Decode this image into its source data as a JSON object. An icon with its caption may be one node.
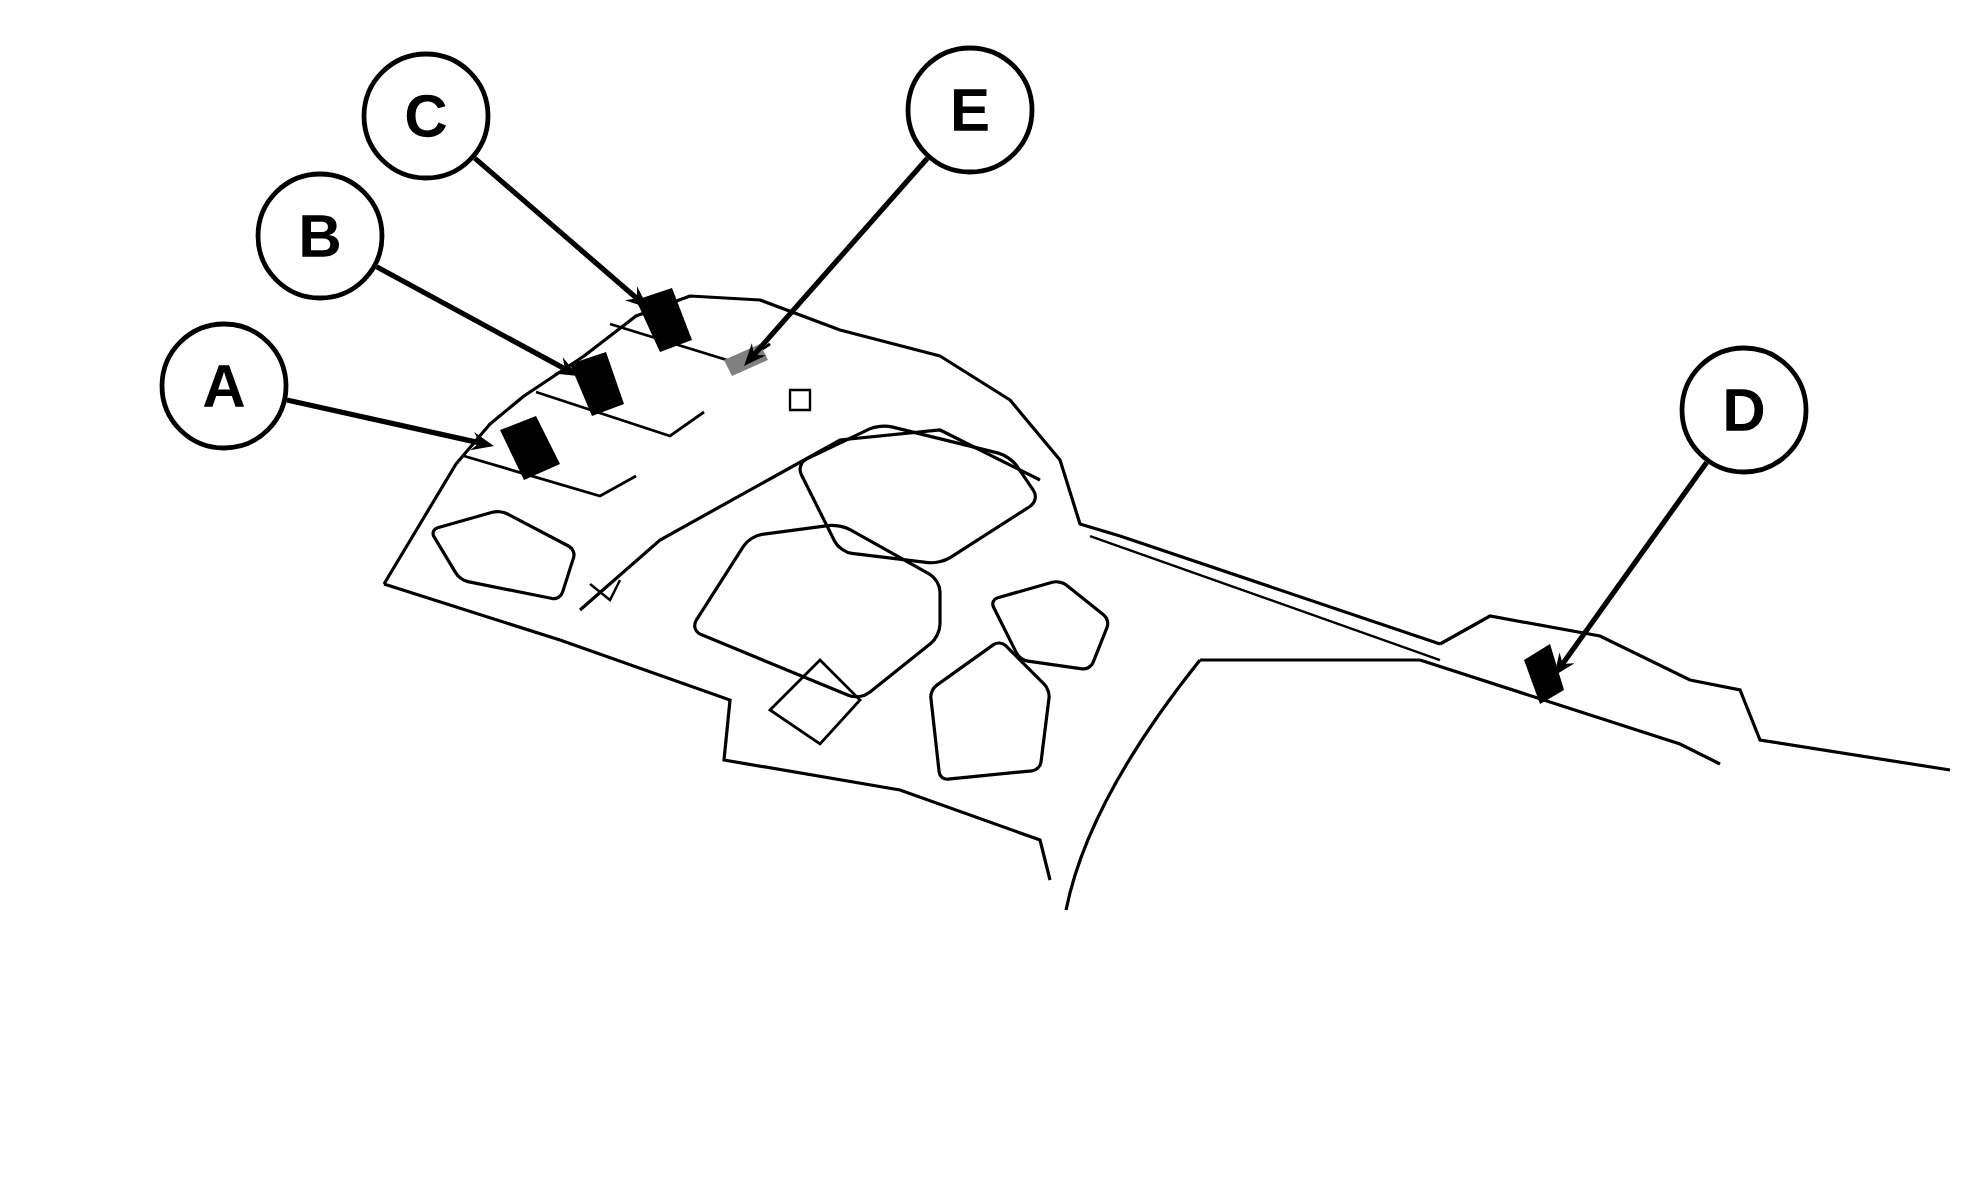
{
  "diagram": {
    "nodes": [
      {
        "text": [
          "A"
        ]
      },
      {
        "text": [
          "B"
        ]
      },
      {
        "text": [
          "C"
        ]
      },
      {
        "text": [
          "D"
        ]
      },
      {
        "text": [
          "E"
        ]
      }
    ],
    "edges": [
      {
        "from": 0,
        "to": null,
        "arrow": "to"
      },
      {
        "from": 1,
        "to": null,
        "arrow": "to"
      },
      {
        "from": 2,
        "to": null,
        "arrow": "to"
      },
      {
        "from": 3,
        "to": null,
        "arrow": "to"
      },
      {
        "from": 4,
        "to": null,
        "arrow": "to"
      }
    ]
  }
}
